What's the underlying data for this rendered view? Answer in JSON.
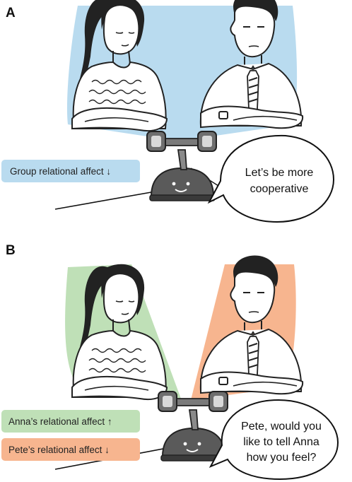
{
  "panel_a": {
    "letter": "A",
    "tag": "Group relational affect ↓",
    "speech": [
      "Let’s be more",
      "cooperative"
    ]
  },
  "panel_b": {
    "letter": "B",
    "tag_anna": "Anna’s relational affect ↑",
    "tag_pete": "Pete’s relational affect ↓",
    "speech": [
      "Pete, would you",
      "like to tell Anna",
      "how you feel?"
    ]
  },
  "colors": {
    "group_blue": "#b9dbef",
    "anna_green": "#bfe0b7",
    "pete_orange": "#f7b58f"
  }
}
